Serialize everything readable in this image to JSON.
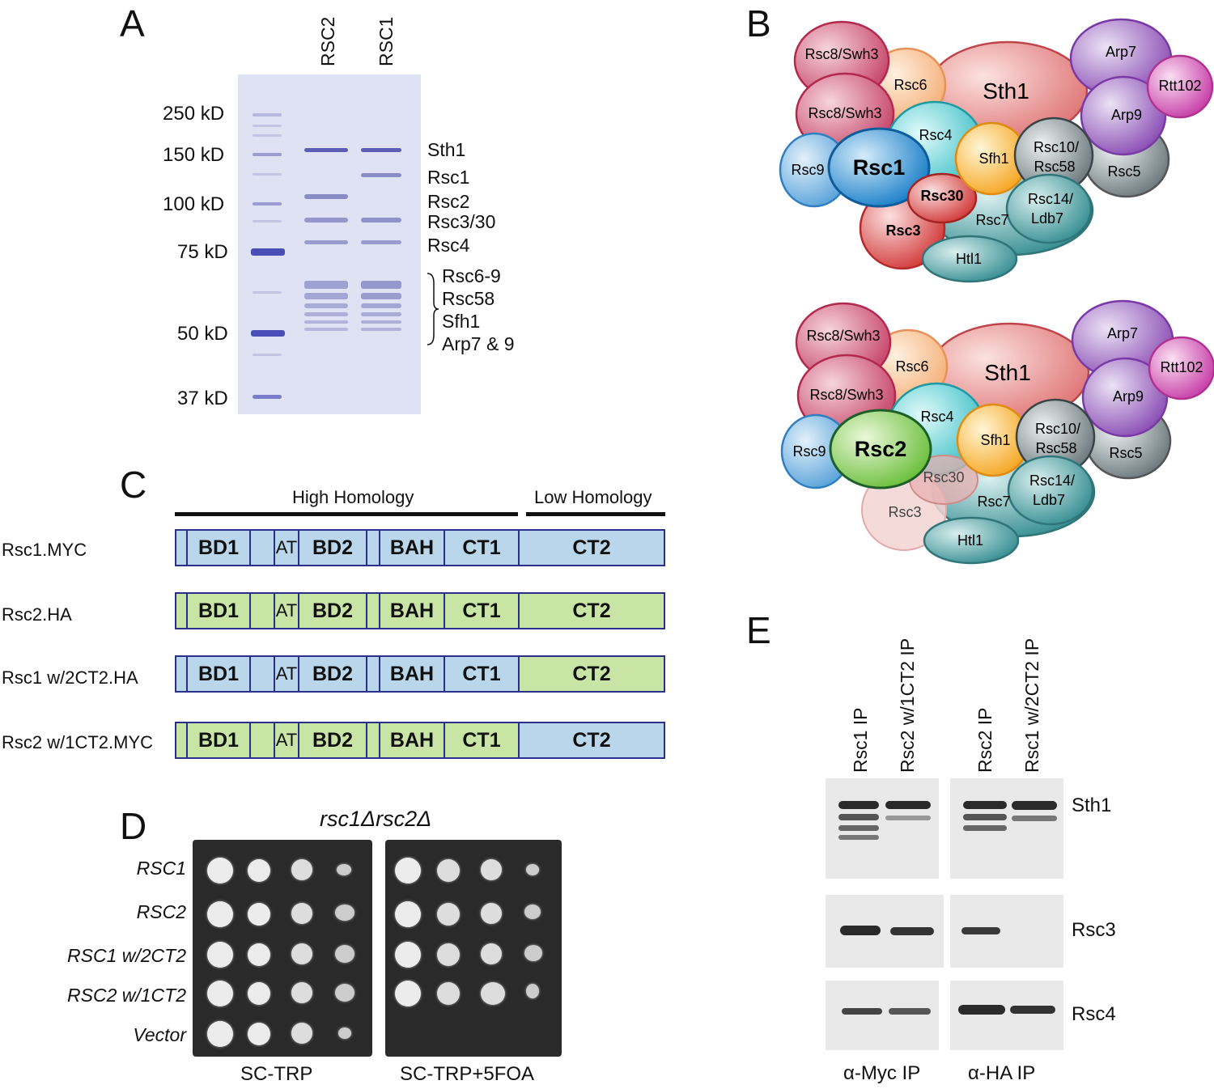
{
  "panels": {
    "a": "A",
    "b": "B",
    "c": "C",
    "d": "D",
    "e": "E"
  },
  "panel_a": {
    "lanes": [
      "RSC2",
      "RSC1"
    ],
    "markers": [
      "250 kD",
      "150 kD",
      "100 kD",
      "75 kD",
      "50 kD",
      "37 kD"
    ],
    "bands": [
      "Sth1",
      "Rsc1",
      "Rsc2",
      "Rsc3/30",
      "Rsc4"
    ],
    "group": [
      "Rsc6-9",
      "Rsc58",
      "Sfh1",
      "Arp7 & 9"
    ]
  },
  "panel_b": {
    "complex_rsc1": {
      "sth1": "Sth1",
      "rsc8a": "Rsc8/Swh3",
      "rsc8b": "Rsc8/Swh3",
      "rsc6": "Rsc6",
      "arp7": "Arp7",
      "rtt102": "Rtt102",
      "arp9": "Arp9",
      "rsc4": "Rsc4",
      "rsc9": "Rsc9",
      "bromo": "Rsc1",
      "sfh1": "Sfh1",
      "rsc10": "Rsc10/",
      "rsc58": "Rsc58",
      "rsc5": "Rsc5",
      "rsc30": "Rsc30",
      "rsc14": "Rsc14/",
      "ldb7": "Ldb7",
      "rsc7": "Rsc7",
      "rsc3": "Rsc3",
      "htl1": "Htl1"
    },
    "complex_rsc2": {
      "sth1": "Sth1",
      "rsc8a": "Rsc8/Swh3",
      "rsc8b": "Rsc8/Swh3",
      "rsc6": "Rsc6",
      "arp7": "Arp7",
      "rtt102": "Rtt102",
      "arp9": "Arp9",
      "rsc4": "Rsc4",
      "rsc9": "Rsc9",
      "bromo": "Rsc2",
      "sfh1": "Sfh1",
      "rsc10": "Rsc10/",
      "rsc58": "Rsc58",
      "rsc5": "Rsc5",
      "rsc30": "Rsc30",
      "rsc14": "Rsc14/",
      "ldb7": "Ldb7",
      "rsc7": "Rsc7",
      "rsc3": "Rsc3",
      "htl1": "Htl1"
    }
  },
  "panel_c": {
    "high_homology": "High Homology",
    "low_homology": "Low Homology",
    "domains": {
      "bd1": "BD1",
      "at": "AT",
      "bd2": "BD2",
      "bah": "BAH",
      "ct1": "CT1",
      "ct2": "CT2"
    },
    "constructs": [
      {
        "label": "Rsc1.MYC",
        "n_color": "#b9d6ea",
        "ct2_color": "#b9d6ea"
      },
      {
        "label": "Rsc2.HA",
        "n_color": "#c8e5a6",
        "ct2_color": "#c8e5a6"
      },
      {
        "label": "Rsc1 w/2CT2.HA",
        "n_color": "#b9d6ea",
        "ct2_color": "#c8e5a6"
      },
      {
        "label": "Rsc2 w/1CT2.MYC",
        "n_color": "#c8e5a6",
        "ct2_color": "#b9d6ea"
      }
    ]
  },
  "panel_d": {
    "strain": "rsc1Δrsc2Δ",
    "rows": [
      "RSC1",
      "RSC2",
      "RSC1 w/2CT2",
      "RSC2 w/1CT2",
      "Vector"
    ],
    "plates": [
      "SC-TRP",
      "SC-TRP+5FOA"
    ]
  },
  "panel_e": {
    "lanes": [
      "Rsc1 IP",
      "Rsc2 w/1CT2 IP",
      "Rsc2 IP",
      "Rsc1 w/2CT2 IP"
    ],
    "proteins": [
      "Sth1",
      "Rsc3",
      "Rsc4"
    ],
    "groups": [
      "α-Myc IP",
      "α-HA IP"
    ]
  }
}
